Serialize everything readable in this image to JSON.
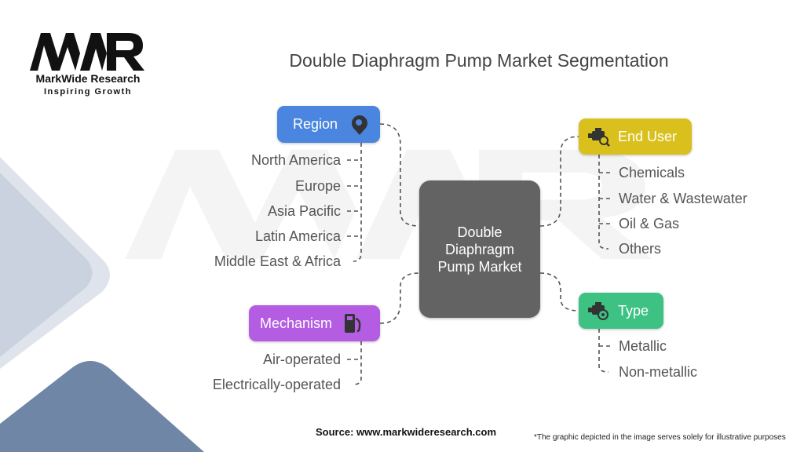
{
  "title": "Double Diaphragm Pump Market Segmentation",
  "logo": {
    "mark": "MWR",
    "name": "MarkWide Research",
    "tagline": "Inspiring Growth"
  },
  "center": {
    "label": "Double Diaphragm Pump Market"
  },
  "segments": {
    "region": {
      "label": "Region",
      "icon": "map-pin-icon",
      "color": "#4a86e0",
      "items": [
        "North America",
        "Europe",
        "Asia Pacific",
        "Latin America",
        "Middle East & Africa"
      ]
    },
    "mechanism": {
      "label": "Mechanism",
      "icon": "fuel-pump-icon",
      "color": "#b45de3",
      "items": [
        "Air-operated",
        "Electrically-operated"
      ]
    },
    "end_user": {
      "label": "End User",
      "icon": "engine-search-icon",
      "color": "#d9c01c",
      "items": [
        "Chemicals",
        "Water & Wastewater",
        "Oil & Gas",
        "Others"
      ]
    },
    "type": {
      "label": "Type",
      "icon": "engine-tag-icon",
      "color": "#3dc283",
      "items": [
        "Metallic",
        "Non-metallic"
      ]
    }
  },
  "footer": {
    "source": "Source: www.markwideresearch.com",
    "note": "*The graphic depicted in the image serves solely for illustrative purposes"
  }
}
